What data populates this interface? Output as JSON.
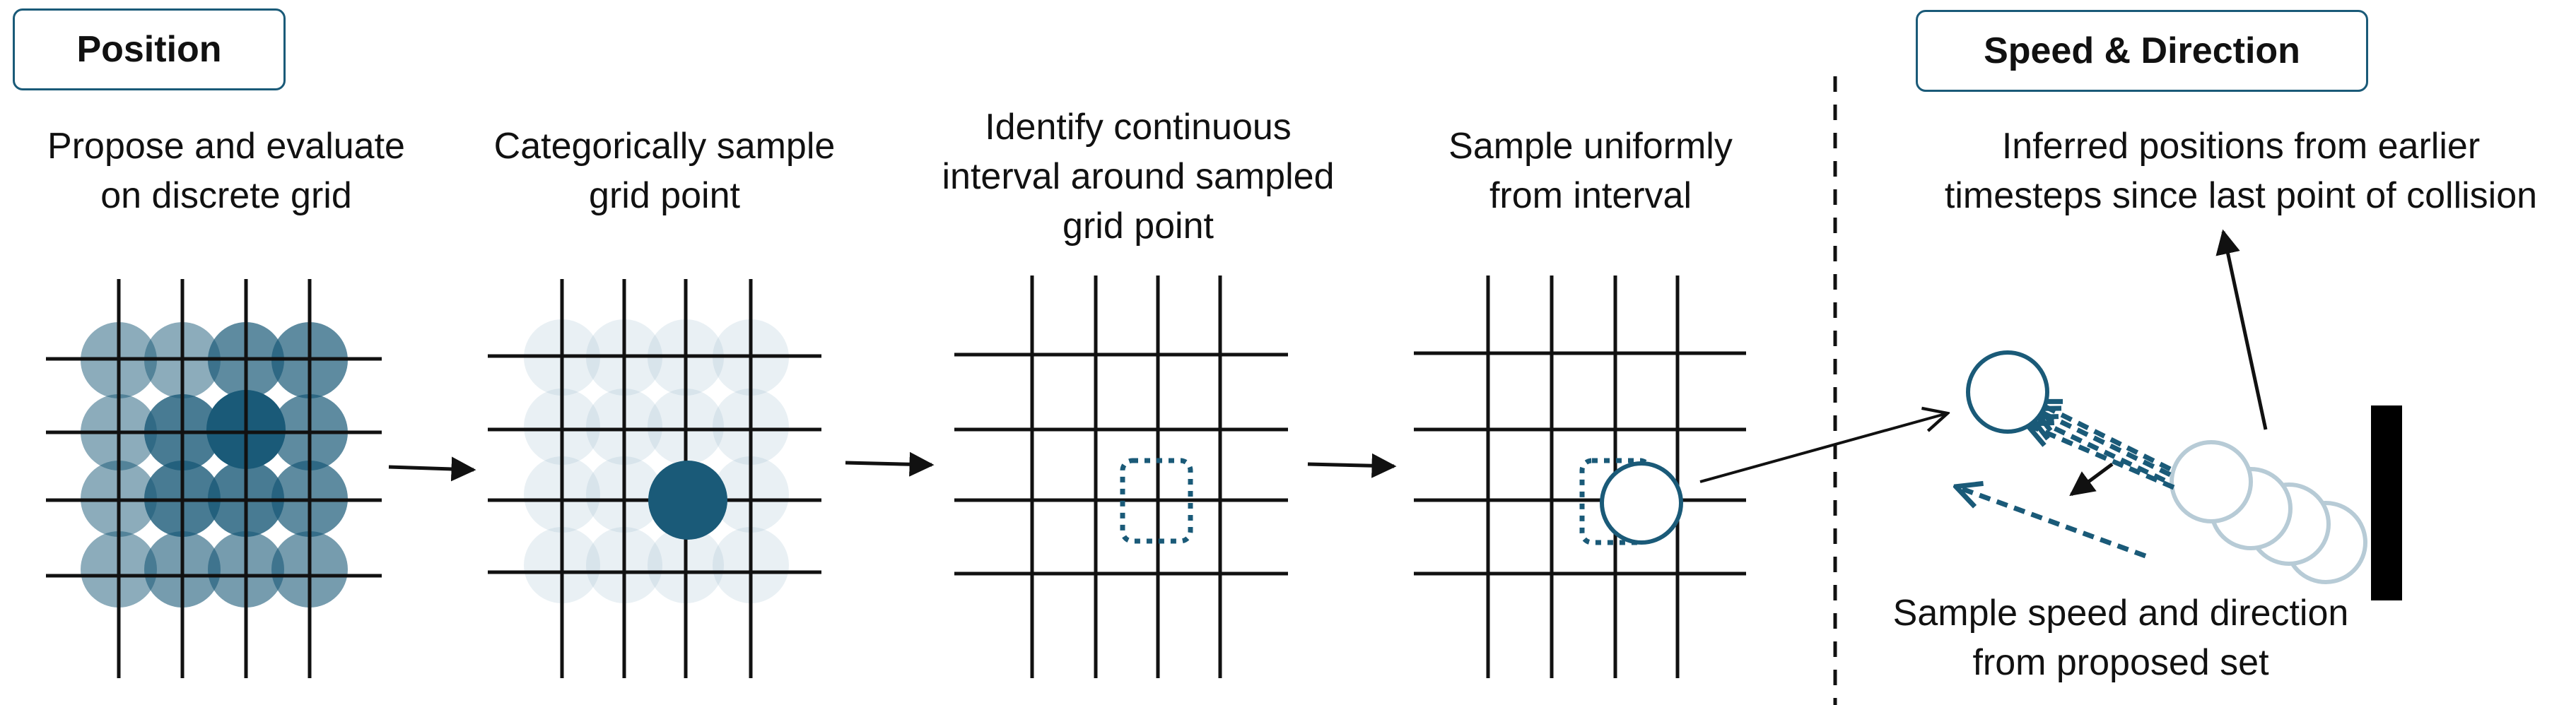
{
  "sections": {
    "position": "Position",
    "speed_direction": "Speed & Direction"
  },
  "steps": [
    {
      "caption": "Propose and evaluate\non discrete grid"
    },
    {
      "caption": "Categorically sample\ngrid point"
    },
    {
      "caption": "Identify continuous\ninterval around sampled\ngrid point"
    },
    {
      "caption": "Sample uniformly\nfrom interval"
    }
  ],
  "speed": {
    "inferred_caption": "Inferred positions from earlier\ntimesteps since last point of collision",
    "sample_caption": "Sample speed and direction\nfrom proposed set"
  },
  "colors": {
    "accent": "#1a5a78",
    "grid": "#111111",
    "faint_circle": "#9bbccb"
  }
}
